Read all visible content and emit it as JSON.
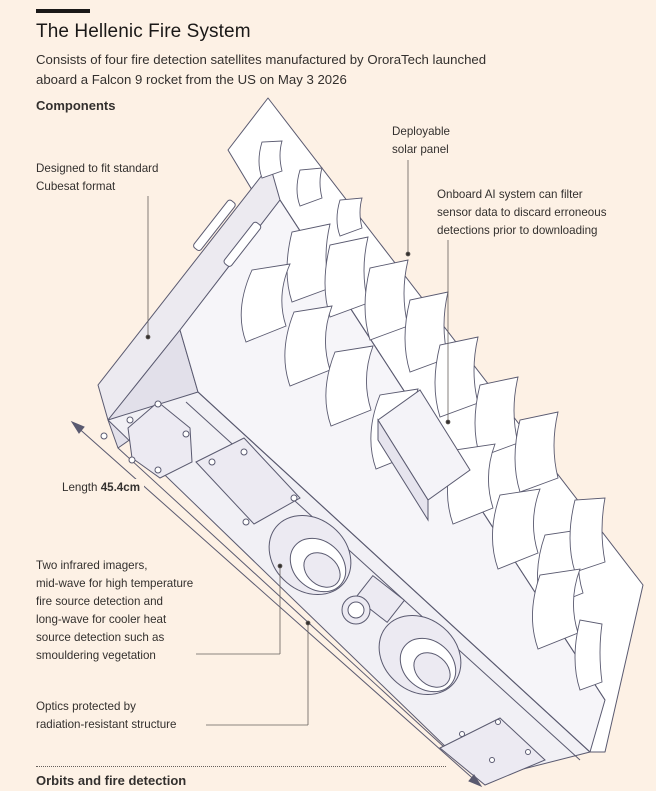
{
  "header": {
    "title": "The Hellenic Fire System",
    "subtitle": "Consists of four fire detection satellites manufactured by OroraTech launched aboard a Falcon 9 rocket from the US on May 3 2026"
  },
  "sections": {
    "components": "Components",
    "orbits": "Orbits and fire detection"
  },
  "annotations": {
    "cubesat": [
      "Designed to fit standard",
      "Cubesat format"
    ],
    "solar_panel": [
      "Deployable",
      "solar panel"
    ],
    "ai_system": [
      "Onboard AI system can filter",
      "sensor data to discard erroneous",
      "detections prior to downloading"
    ],
    "length_label": "Length ",
    "length_value": "45.4cm",
    "imagers": [
      "Two infrared imagers,",
      "mid-wave for high temperature",
      "fire source detection and",
      "long-wave for cooler heat",
      "source detection such as",
      "smouldering vegetation"
    ],
    "optics": [
      "Optics protected by",
      "radiation-resistant structure"
    ]
  },
  "colors": {
    "background": "#fdf1e5",
    "satellite_fill": "#ffffff",
    "satellite_shade": "#e8e6ee",
    "satellite_stroke": "#5a5a70",
    "leader": "#66605c"
  }
}
